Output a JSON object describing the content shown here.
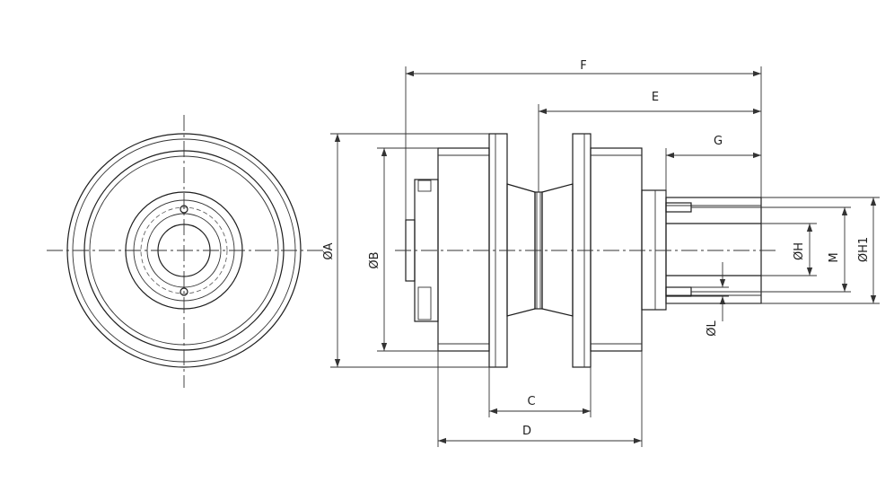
{
  "colors": {
    "line": "#1e1e1e",
    "background": "#ffffff"
  },
  "labels": {
    "F": "F",
    "E": "E",
    "G": "G",
    "A": "ØA",
    "B": "ØB",
    "C": "C",
    "D": "D",
    "H": "ØH",
    "M": "M",
    "H1": "ØH1",
    "L": "ØL"
  }
}
